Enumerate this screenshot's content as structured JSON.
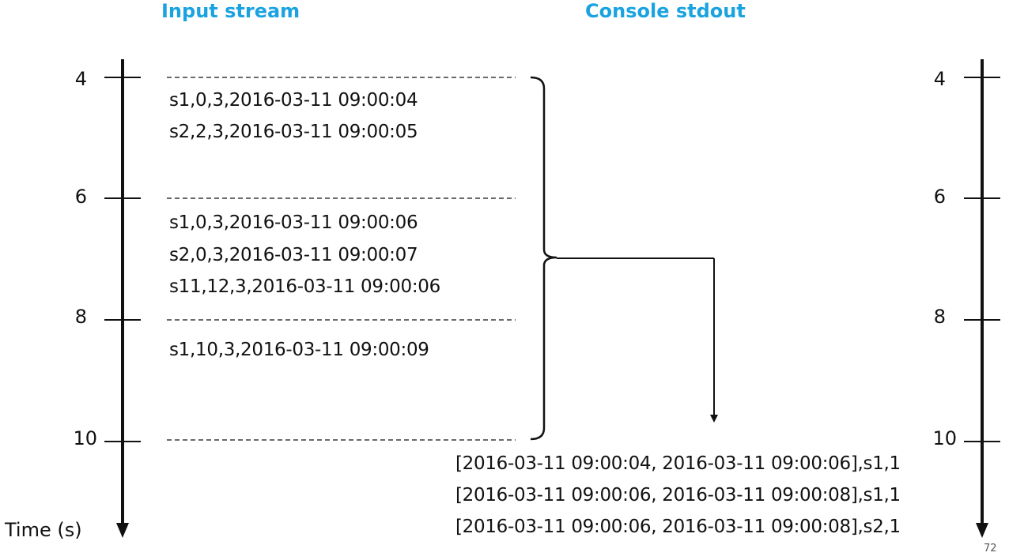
{
  "headers": {
    "input": "Input stream",
    "output": "Console stdout"
  },
  "axis": {
    "title": "Time (s)",
    "ticks": [
      "4",
      "6",
      "8",
      "10"
    ]
  },
  "input_records": [
    "s1,0,3,2016-03-11 09:00:04",
    "s2,2,3,2016-03-11 09:00:05",
    "s1,0,3,2016-03-11 09:00:06",
    "s2,0,3,2016-03-11 09:00:07",
    "s11,12,3,2016-03-11 09:00:06",
    "s1,10,3,2016-03-11 09:00:09"
  ],
  "output_lines": [
    "[2016-03-11 09:00:04, 2016-03-11 09:00:06],s1,1",
    "[2016-03-11 09:00:06, 2016-03-11 09:00:08],s1,1",
    "[2016-03-11 09:00:06, 2016-03-11 09:00:08],s2,1"
  ],
  "page_number": "72",
  "colors": {
    "header": "#1aa3e0",
    "ink": "#111111"
  }
}
